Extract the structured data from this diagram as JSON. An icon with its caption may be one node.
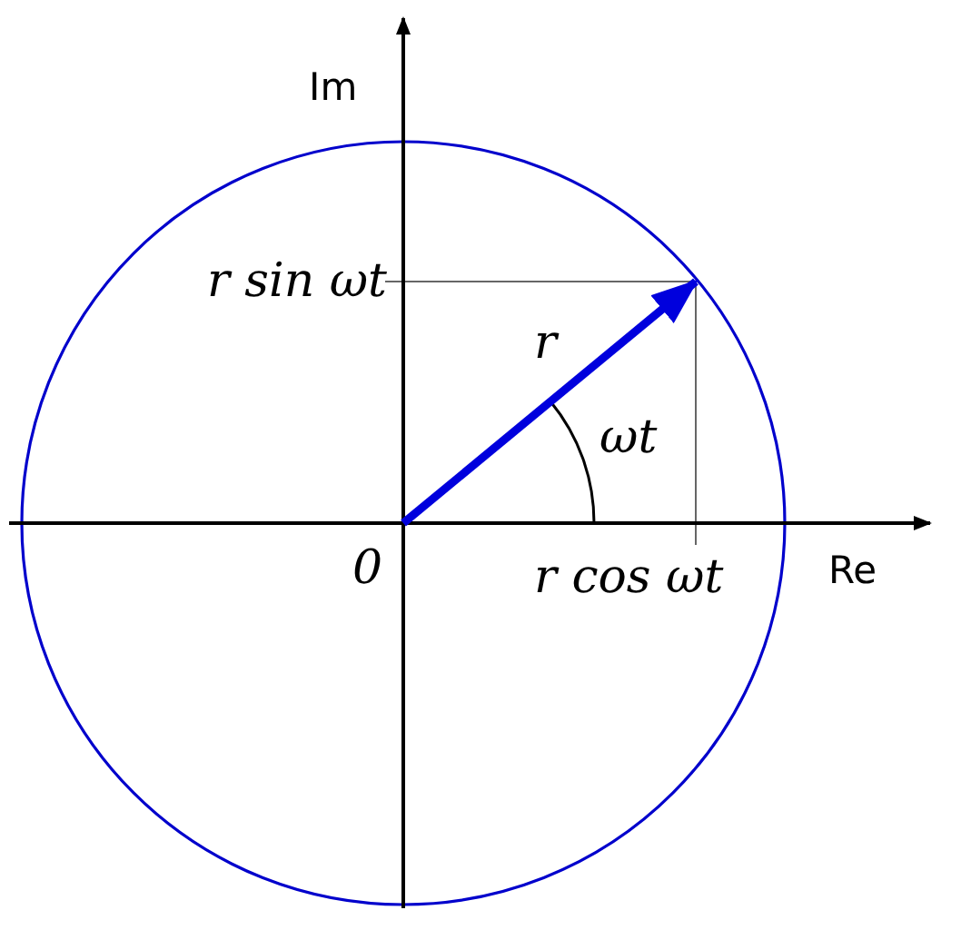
{
  "diagram": {
    "labels": [
      "Im",
      "r sin ωt",
      "r",
      "ωt",
      "0",
      "r cos ωt",
      "Re"
    ]
  }
}
